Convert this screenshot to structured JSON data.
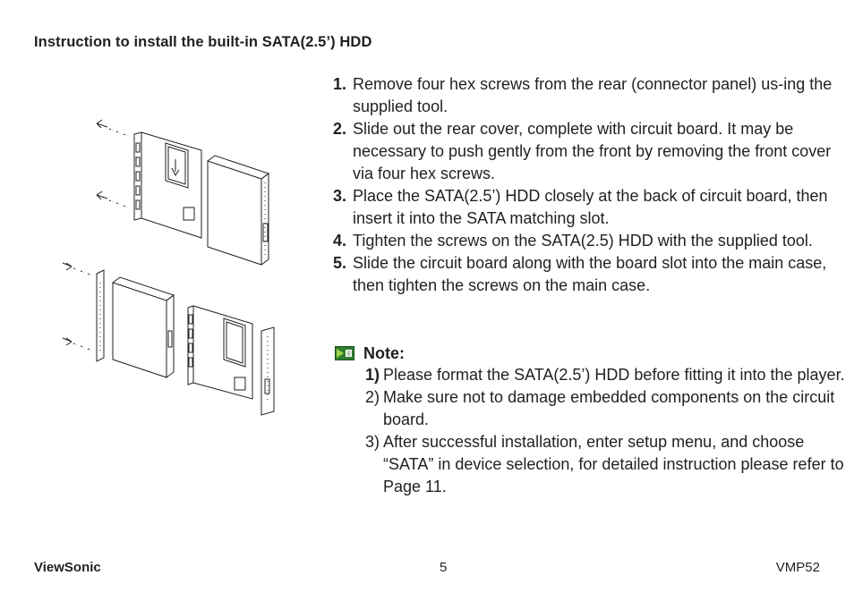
{
  "heading": "Instruction to install the built-in SATA(2.5’) HDD",
  "steps": [
    {
      "num": "1.",
      "text": "Remove four hex screws from the rear (connector panel) us-ing the supplied tool."
    },
    {
      "num": "2.",
      "text": " Slide out the rear cover, complete with circuit board. It may be necessary to push gently from the front by removing the front cover via four hex screws."
    },
    {
      "num": "3.",
      "text": " Place the SATA(2.5’) HDD closely at the back of circuit board, then insert it into the SATA matching slot."
    },
    {
      "num": "4.",
      "text": " Tighten the screws on the  SATA(2.5) HDD with the supplied tool."
    },
    {
      "num": "5.",
      "text": "Slide the circuit board along with the board slot into the main case, then tighten the screws on the main case."
    }
  ],
  "note": {
    "label": "Note:",
    "icon": "note-icon",
    "items": [
      {
        "num": "1)",
        "text": " Please format the SATA(2.5’) HDD before fitting it into the player."
      },
      {
        "num": "2)",
        "text": "Make sure not to damage embedded components on the circuit board."
      },
      {
        "num": "3)",
        "text": "After successful installation, enter setup menu,  and choose “SATA” in device selection, for detailed instruction please refer to Page 11."
      }
    ]
  },
  "footer": {
    "brand": "ViewSonic",
    "page": "5",
    "model": "VMP52"
  }
}
